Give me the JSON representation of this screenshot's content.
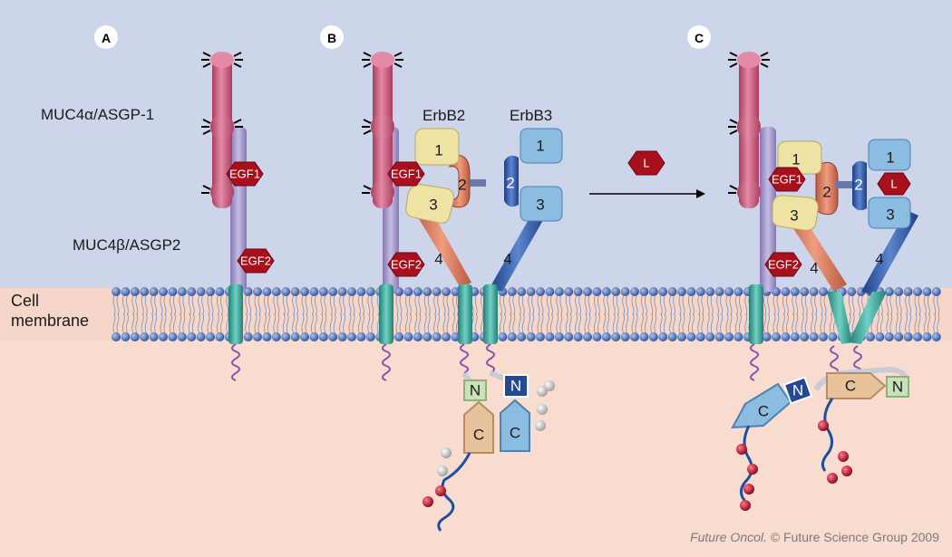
{
  "panels": [
    "A",
    "B",
    "C"
  ],
  "labels": {
    "muc4_alpha": "MUC4α/ASGP-1",
    "muc4_beta": "MUC4β/ASGP2",
    "membrane": [
      "Cell",
      "membrane"
    ],
    "erbb2": "ErbB2",
    "erbb3": "ErbB3"
  },
  "domains": {
    "egf1": "EGF1",
    "egf2": "EGF2",
    "ligand": "L",
    "d1": "1",
    "d2": "2",
    "d3": "3",
    "d4": "4",
    "n": "N",
    "c": "C"
  },
  "credit": {
    "journal": "Future Oncol.",
    "rest": " © Future Science Group 2009"
  },
  "colors": {
    "extracellular": "#cdd5ea",
    "intracellular": "#f8dccf",
    "mucin_alpha": "#c95a7c",
    "mucin_beta": "#9f93c4",
    "egf_hex": "#a8101e",
    "transmembrane": "#3fa59a",
    "lipid_head": "#3f66b0",
    "erbb2_domain": "#efe3a4",
    "erbb2_link": "#d47658",
    "erbb3_light": "#8bbde0",
    "erbb3_dark": "#2f5aa6",
    "kinase_c_erbb2": "#e8c29a",
    "kinase_n_light": "#c9e2b9",
    "phospho_red": "#a61028",
    "phospho_grey": "#c8c8c8"
  }
}
